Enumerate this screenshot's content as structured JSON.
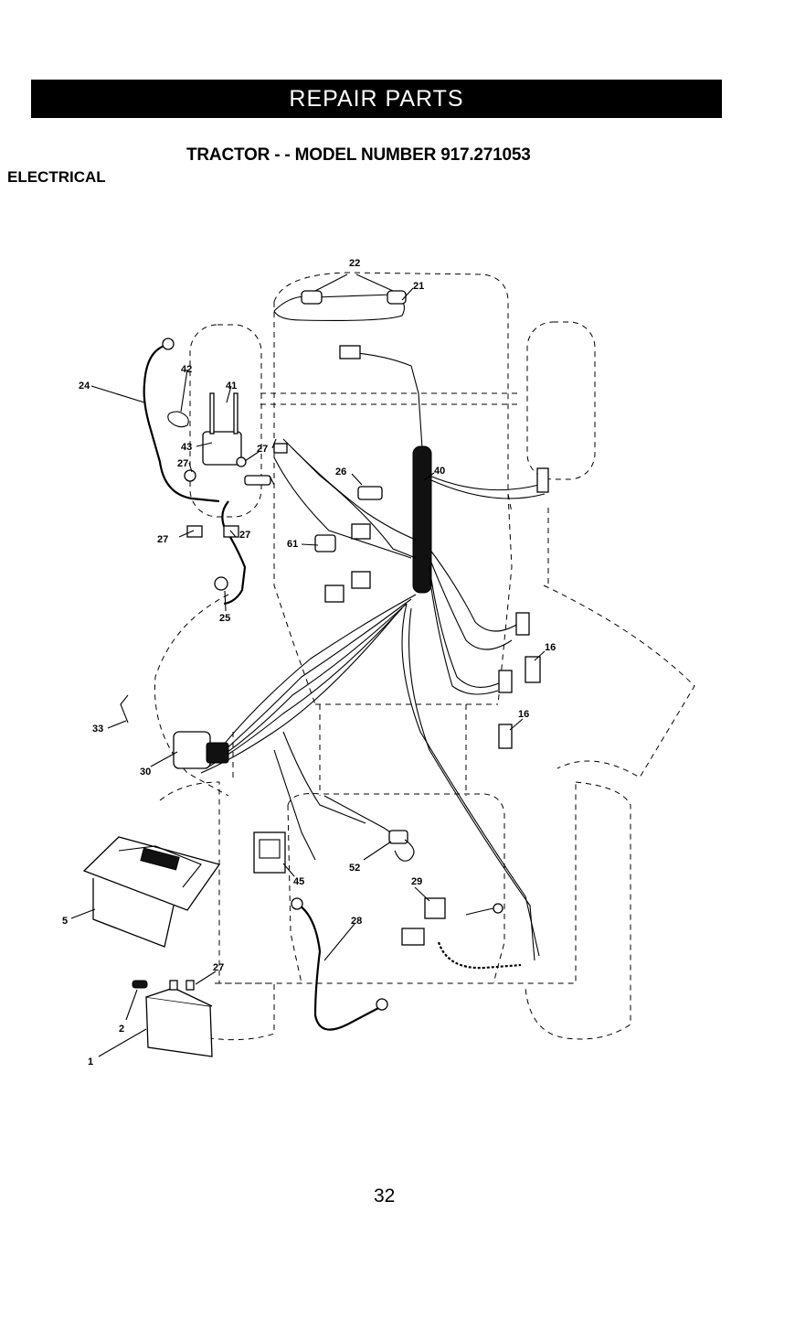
{
  "header": {
    "banner": "REPAIR PARTS"
  },
  "title": "TRACTOR - - MODEL NUMBER 917.271053",
  "section": "ELECTRICAL",
  "callouts": [
    "22",
    "21",
    "42",
    "41",
    "24",
    "43",
    "27",
    "27",
    "26",
    "40",
    "27",
    "27",
    "61",
    "25",
    "16",
    "16",
    "33",
    "30",
    "45",
    "52",
    "29",
    "28",
    "5",
    "27",
    "2",
    "1"
  ],
  "page_number": "32"
}
